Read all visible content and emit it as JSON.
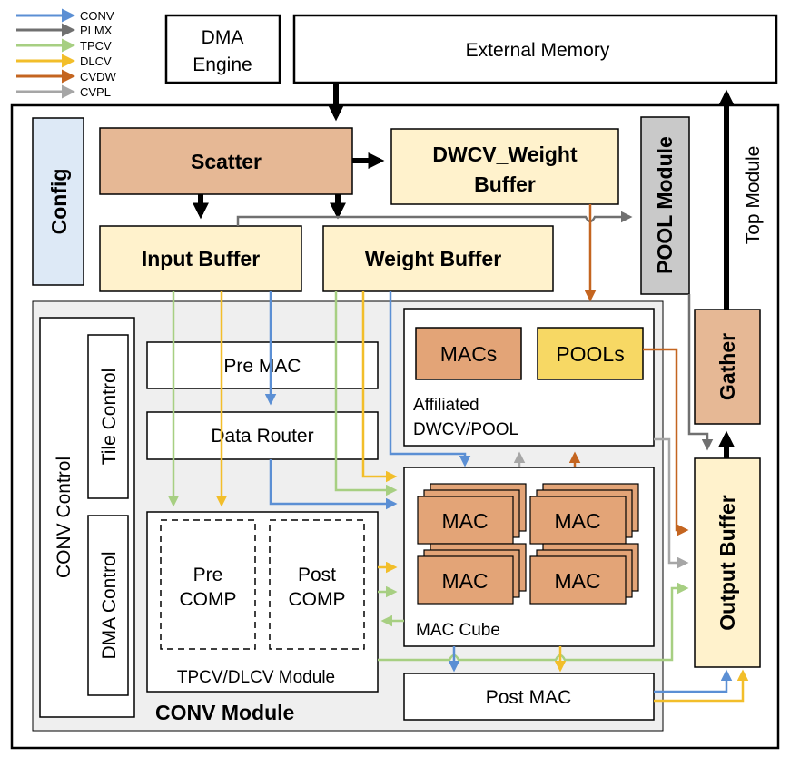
{
  "legend": [
    {
      "label": "CONV",
      "color": "#5b8fd4"
    },
    {
      "label": "PLMX",
      "color": "#707070"
    },
    {
      "label": "TPCV",
      "color": "#a7cf82"
    },
    {
      "label": "DLCV",
      "color": "#f2be2a"
    },
    {
      "label": "CVDW",
      "color": "#c46520"
    },
    {
      "label": "CVPL",
      "color": "#a6a6a6"
    }
  ],
  "blocks": {
    "dma_engine_l1": "DMA",
    "dma_engine_l2": "Engine",
    "external_memory": "External Memory",
    "top_module": "Top Module",
    "config": "Config",
    "scatter": "Scatter",
    "dwcv_weight_l1": "DWCV_Weight",
    "dwcv_weight_l2": "Buffer",
    "pool_module": "POOL Module",
    "input_buffer": "Input Buffer",
    "weight_buffer": "Weight Buffer",
    "gather": "Gather",
    "conv_control": "CONV Control",
    "tile_control": "Tile Control",
    "dma_control": "DMA Control",
    "pre_mac": "Pre MAC",
    "data_router": "Data Router",
    "macs": "MACs",
    "pools": "POOLs",
    "affiliated_l1": "Affiliated",
    "affiliated_l2": "DWCV/POOL",
    "mac": "MAC",
    "mac_cube": "MAC Cube",
    "pre_comp_l1": "Pre",
    "pre_comp_l2": "COMP",
    "post_comp_l1": "Post",
    "post_comp_l2": "COMP",
    "tpcv_dlcv_module": "TPCV/DLCV Module",
    "conv_module": "CONV Module",
    "post_mac": "Post MAC",
    "output_buffer": "Output Buffer"
  },
  "colors": {
    "scatter_fill": "#e6b895",
    "buffer_fill": "#fff2cc",
    "config_fill": "#dde9f6",
    "pool_module_fill": "#c9c9c9",
    "mac_fill": "#e3a477",
    "pools_fill": "#f7d864",
    "conv_module_fill": "#efefef",
    "conv": "#5b8fd4",
    "plmx": "#707070",
    "tpcv": "#a7cf82",
    "dlcv": "#f2be2a",
    "cvdw": "#c46520",
    "cvpl": "#a6a6a6"
  }
}
